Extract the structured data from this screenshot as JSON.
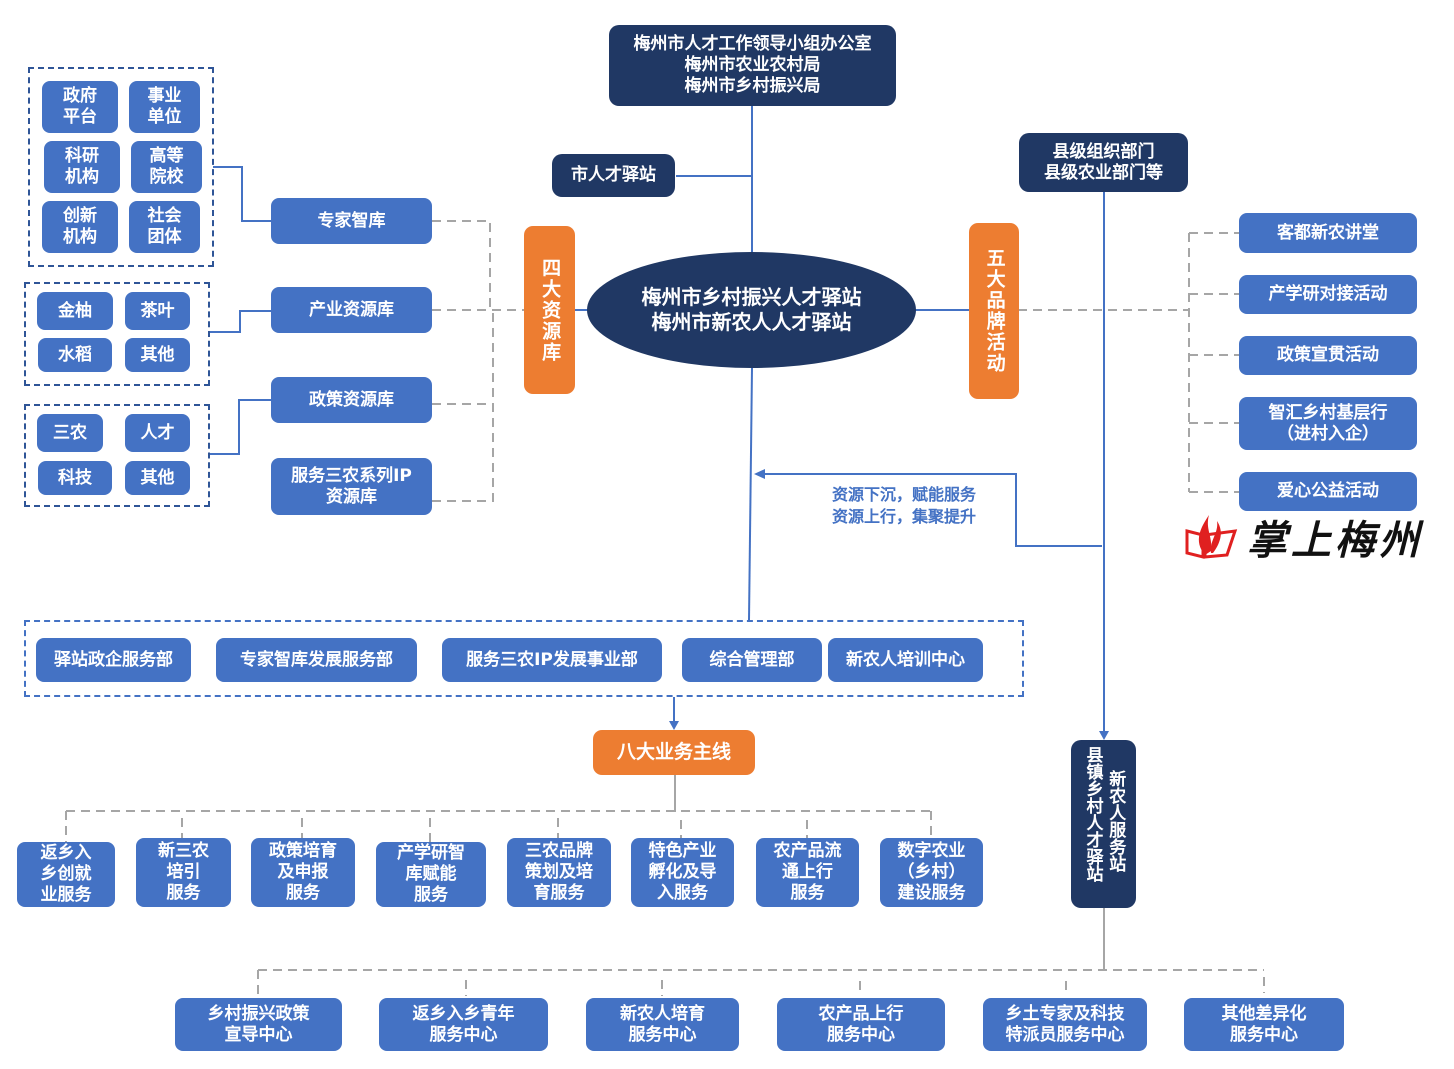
{
  "top": {
    "leadership": "梅州市人才工作领导小组办公室\n梅州市农业农村局\n梅州市乡村振兴局",
    "city_station": "市人才驿站",
    "county_depts": "县级组织部门\n县级农业部门等"
  },
  "center": {
    "title": "梅州市乡村振兴人才驿站\n梅州市新农人人才驿站"
  },
  "four_resources": {
    "label": "四大资源库",
    "libraries": [
      {
        "label": "专家智库",
        "members": [
          "政府\n平台",
          "事业\n单位",
          "科研\n机构",
          "高等\n院校",
          "创新\n机构",
          "社会\n团体"
        ]
      },
      {
        "label": "产业资源库",
        "members": [
          "金柚",
          "茶叶",
          "水稻",
          "其他"
        ]
      },
      {
        "label": "政策资源库",
        "members": [
          "三农",
          "人才",
          "科技",
          "其他"
        ]
      },
      {
        "label": "服务三农系列IP\n资源库",
        "members": []
      }
    ]
  },
  "five_brands": {
    "label": "五大品牌活动",
    "items": [
      "客都新农讲堂",
      "产学研对接活动",
      "政策宣贯活动",
      "智汇乡村基层行\n（进村入企）",
      "爱心公益活动"
    ]
  },
  "flow_note": "资源下沉，赋能服务\n资源上行，集聚提升",
  "departments": [
    "驿站政企服务部",
    "专家智库发展服务部",
    "服务三农IP发展事业部",
    "综合管理部",
    "新农人培训中心"
  ],
  "eight_lines": {
    "label": "八大业务主线",
    "items": [
      "返乡入\n乡创就\n业服务",
      "新三农\n培引\n服务",
      "政策培育\n及申报\n服务",
      "产学研智\n库赋能\n服务",
      "三农品牌\n策划及培\n育服务",
      "特色产业\n孵化及导\n入服务",
      "农产品流\n通上行\n服务",
      "数字农业\n（乡村）\n建设服务"
    ]
  },
  "county_station": {
    "col1": "新农人服务站",
    "col2": "县镇乡村人才驿站"
  },
  "centers": [
    "乡村振兴政策\n宣导中心",
    "返乡入乡青年\n服务中心",
    "新农人培育\n服务中心",
    "农产品上行\n服务中心",
    "乡土专家及科技\n特派员服务中心",
    "其他差异化\n服务中心"
  ],
  "logo": {
    "text": "掌上梅州",
    "colors": {
      "flame": "#e02020",
      "book": "#e02020"
    }
  },
  "colors": {
    "blue": "#4472c4",
    "navy": "#203864",
    "orange": "#ed7d31",
    "dash_gray": "#a6a6a6"
  }
}
